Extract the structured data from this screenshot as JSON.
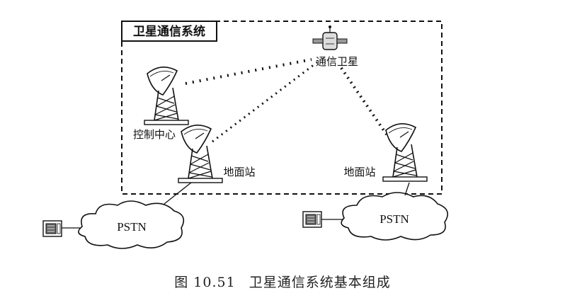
{
  "system_box_title": "卫星通信系统",
  "satellite_label": "通信卫星",
  "control_center_label": "控制中心",
  "ground_station_left_label": "地面站",
  "ground_station_right_label": "地面站",
  "pstn_left_label": "PSTN",
  "pstn_right_label": "PSTN",
  "caption": {
    "figure_number": "图 10.51",
    "title": "卫星通信系统基本组成"
  }
}
